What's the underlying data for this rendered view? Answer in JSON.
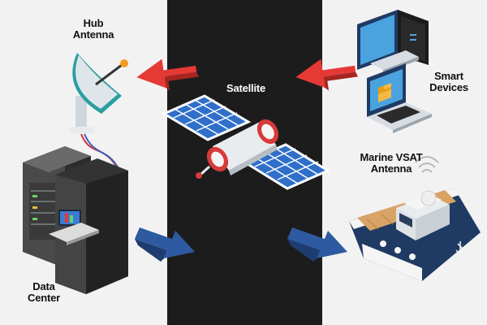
{
  "labels": {
    "hub_antenna_line1": "Hub",
    "hub_antenna_line2": "Antenna",
    "satellite": "Satellite",
    "smart_devices_line1": "Smart",
    "smart_devices_line2": "Devices",
    "marine_vsat_line1": "Marine VSAT",
    "marine_vsat_line2": "Antenna",
    "data_center_line1": "Data",
    "data_center_line2": "Center"
  },
  "colors": {
    "uplink_arrow": "#e53935",
    "downlink_arrow": "#2d5aa0",
    "center_background": "#1c1c1c",
    "side_background": "#f2f2f2",
    "solar_panel": "#2f6fc9",
    "hull": "#1f3b63"
  },
  "icons": {
    "hub_antenna": "dish-antenna-icon",
    "data_center": "server-rack-icon",
    "satellite": "satellite-icon",
    "desktop": "desktop-computer-icon",
    "laptop": "laptop-icon",
    "ship": "ship-icon"
  }
}
